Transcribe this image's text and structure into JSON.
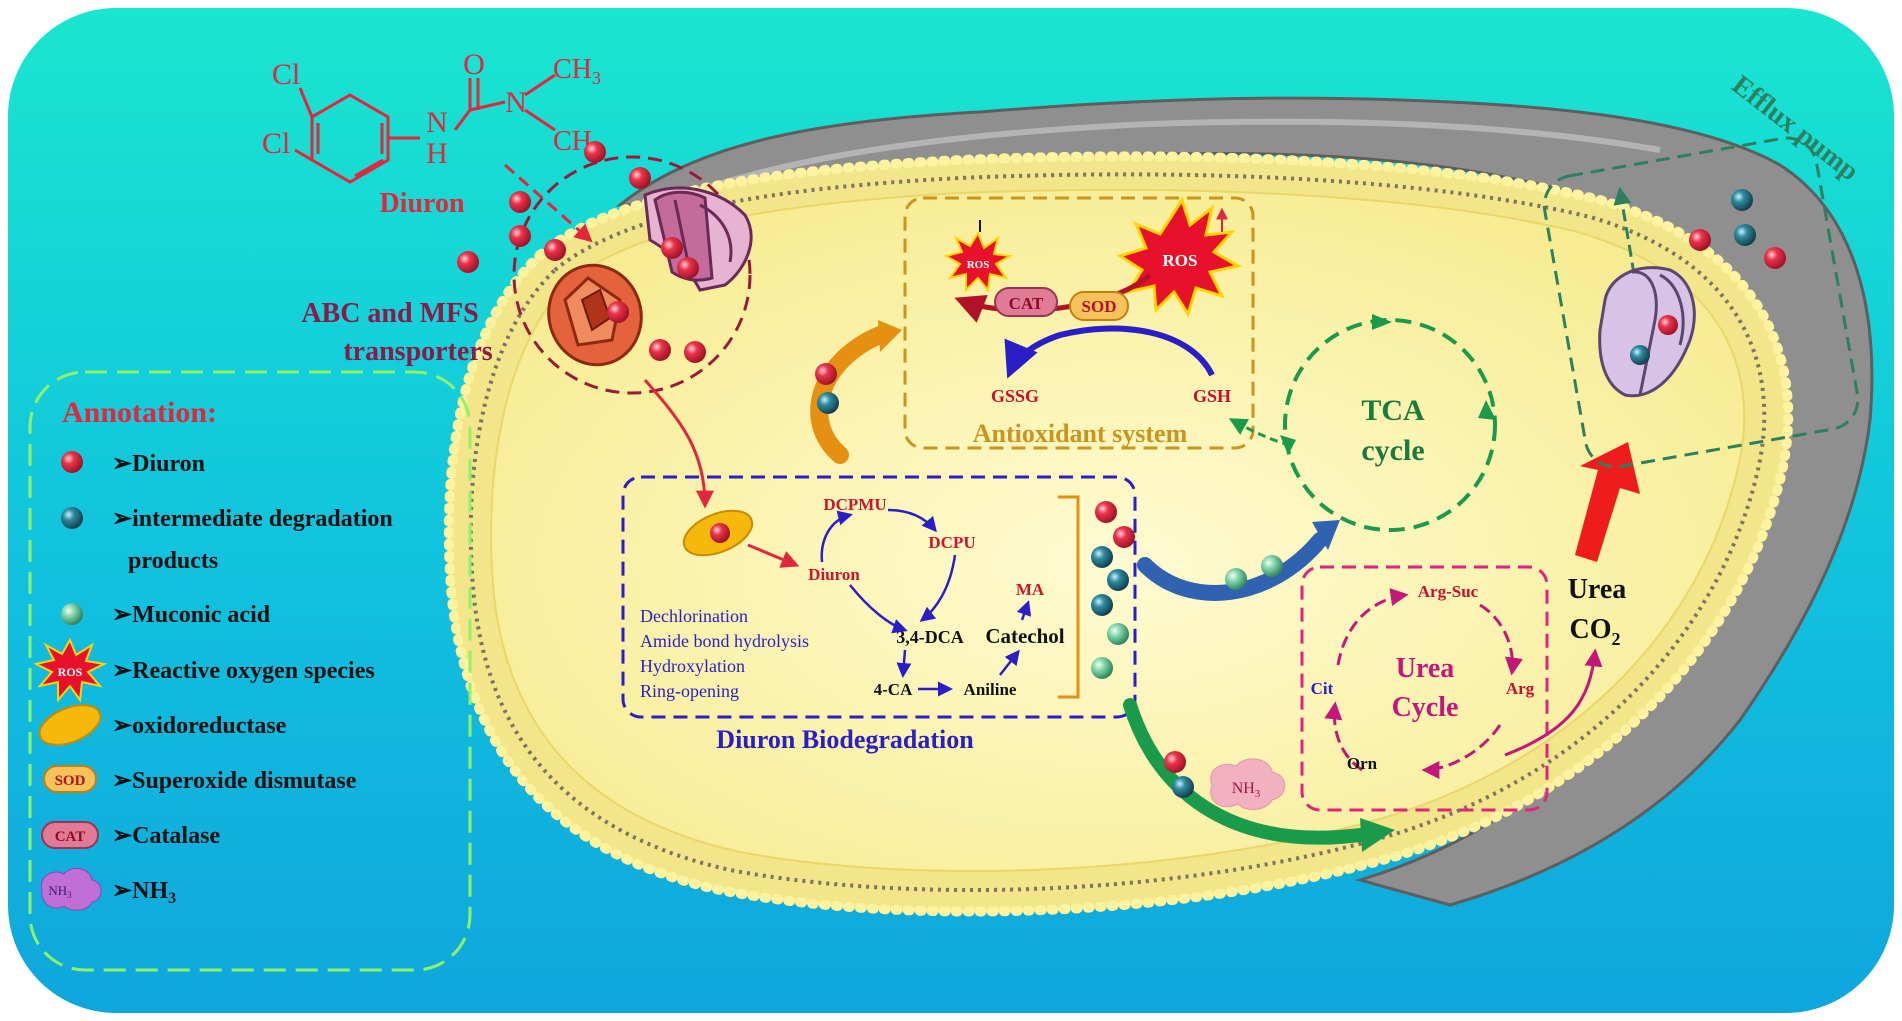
{
  "colors": {
    "background_top": "#19e6cf",
    "background_bottom": "#0fa6dc",
    "cytoplasm": "#fbf3a6",
    "membrane_bead": "#f2e58a",
    "membrane_inner": "#8a8272",
    "cell_wall": "#8e8e8e",
    "diuron_red": "#e2263b",
    "intermediate_blue": "#1e6b7a",
    "muconic_green": "#6cc79b",
    "antioxidant_box": "#c8961e",
    "biodeg_box": "#2a1fc6",
    "urea_box": "#e0237e",
    "tca_green": "#1a9a4b",
    "efflux_green": "#2c8060",
    "annotation_box": "#8ff36a"
  },
  "molecule": {
    "cl_top": "Cl",
    "cl_bottom": "Cl",
    "oxygen": "O",
    "nitrogen": "N",
    "hydrogen": "H",
    "ch3_top": "CH",
    "ch3_top_sub": "3",
    "ch3_bottom": "CH",
    "ch3_bottom_sub": "3",
    "name": "Diuron"
  },
  "transport": {
    "uptake_line1": "ABC and MFS",
    "uptake_line2": "transporters",
    "efflux": "Efflux pump"
  },
  "antioxidant": {
    "title": "Antioxidant system",
    "ros_small": "ROS",
    "ros_large": "ROS",
    "cat": "CAT",
    "sod": "SOD",
    "gssg": "GSSG",
    "gsh": "GSH"
  },
  "tca": {
    "line1": "TCA",
    "line2": "cycle"
  },
  "biodegradation": {
    "title": "Diuron Biodegradation",
    "diuron": "Diuron",
    "dcpmu": "DCPMU",
    "dcpu": "DCPU",
    "dca": "3,4-DCA",
    "catechol": "Catechol",
    "ma": "MA",
    "ca": "4-CA",
    "aniline": "Aniline",
    "steps": [
      "Dechlorination",
      "Amide bond hydrolysis",
      "Hydroxylation",
      "Ring-opening"
    ]
  },
  "urea_cycle": {
    "title1": "Urea",
    "title2": "Cycle",
    "arg_suc": "Arg-Suc",
    "arg": "Arg",
    "orn": "Orn",
    "cit": "Cit"
  },
  "products": {
    "urea": "Urea",
    "co2": "CO",
    "co2_sub": "2",
    "nh3": "NH",
    "nh3_sub": "3"
  },
  "annotation": {
    "title": "Annotation:",
    "items": [
      "➢Diuron",
      "➢intermediate degradation",
      "products",
      "➢Muconic acid",
      "➢Reactive oxygen species",
      "➢oxidoreductase",
      "➢Superoxide dismutase",
      "➢Catalase",
      "➢NH"
    ],
    "nh3_sub": "3",
    "icon_ros": "ROS",
    "icon_sod": "SOD",
    "icon_cat": "CAT",
    "icon_nh3": "NH",
    "icon_nh3_sub": "3"
  }
}
